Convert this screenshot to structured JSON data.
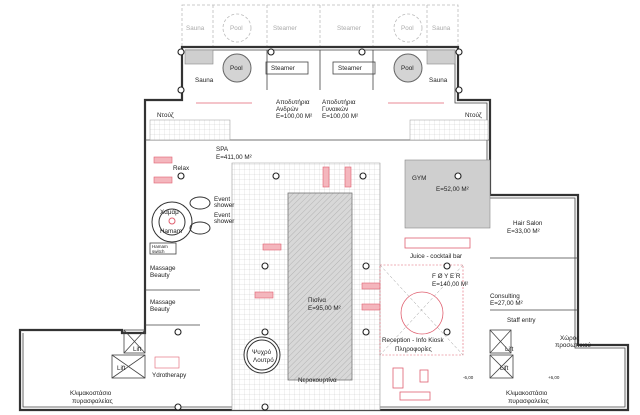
{
  "ghost_rooms": {
    "sauna_left": "Sauna",
    "pool_left": "Pool",
    "steamer_left": "Steamer",
    "steamer_right": "Steamer",
    "pool_right": "Pool",
    "sauna_right": "Sauna"
  },
  "upper_rooms": {
    "pool_left": "Pool",
    "steamer_left": "Steamer",
    "steamer_right": "Steamer",
    "pool_right": "Pool",
    "sauna_left": "Sauna",
    "sauna_right": "Sauna"
  },
  "changing_men": {
    "title": "Αποδυτήρια",
    "subtitle": "Ανδρών",
    "area": "Ε=100,00 Μ²"
  },
  "changing_women": {
    "title": "Αποδυτήρια",
    "subtitle": "Γυναικών",
    "area": "Ε=100,00 Μ²"
  },
  "showers": {
    "left": "Ντούζ",
    "right": "Ντούζ"
  },
  "spa": {
    "title": "SPA",
    "area": "Ε=411,00 Μ²"
  },
  "relax": "Relax",
  "hamam": {
    "greek": "Χαμάμ",
    "latin": "Hamam",
    "switch_line1": "Hamam",
    "switch_line2": "switch"
  },
  "event_shower": {
    "line1": "Event",
    "line2": "shower"
  },
  "massage": [
    {
      "line1": "Massage",
      "line2": "Beauty"
    },
    {
      "line1": "Massage",
      "line2": "Beauty"
    }
  ],
  "hydrotherapy": "Ydrotherapy",
  "lifts": [
    "Lift",
    "Lift",
    "Lift",
    "Lift"
  ],
  "fire_stairs": {
    "line1": "Κλιμακοστάσιο",
    "line2": "πυρασφαλείας"
  },
  "pool": {
    "title": "Πισίνα",
    "area": "Ε=95,00 Μ²"
  },
  "cold_bath": {
    "line1": "Ψυχρό",
    "line2": "Λουτρό"
  },
  "water_curtain": "Νεροκουρτίνα",
  "gym": {
    "title": "GYM",
    "area": "Ε=52,00 Μ²"
  },
  "juice_bar": "Juice - cocktail bar",
  "hair_salon": {
    "title": "Hair Salon",
    "area": "Ε=33,00 Μ²"
  },
  "foyer": {
    "title": "F Ø Y E R",
    "area": "Ε=140,00 Μ²"
  },
  "consulting": {
    "title": "Consulting",
    "area": "Ε=27,00 Μ²"
  },
  "staff_entry": "Staff entry",
  "reception": {
    "line1": "Reception - Info Kiosk",
    "line2": "Πληροφορίες"
  },
  "staff_room": {
    "line1": "Χώρος",
    "line2": "προσωπικού"
  },
  "levels": {
    "foyer": "-6,00",
    "staff": "+6,00"
  },
  "colors": {
    "furniture": "#e06070",
    "walls": "#333333",
    "gym_floor": "#cfcfcf"
  }
}
